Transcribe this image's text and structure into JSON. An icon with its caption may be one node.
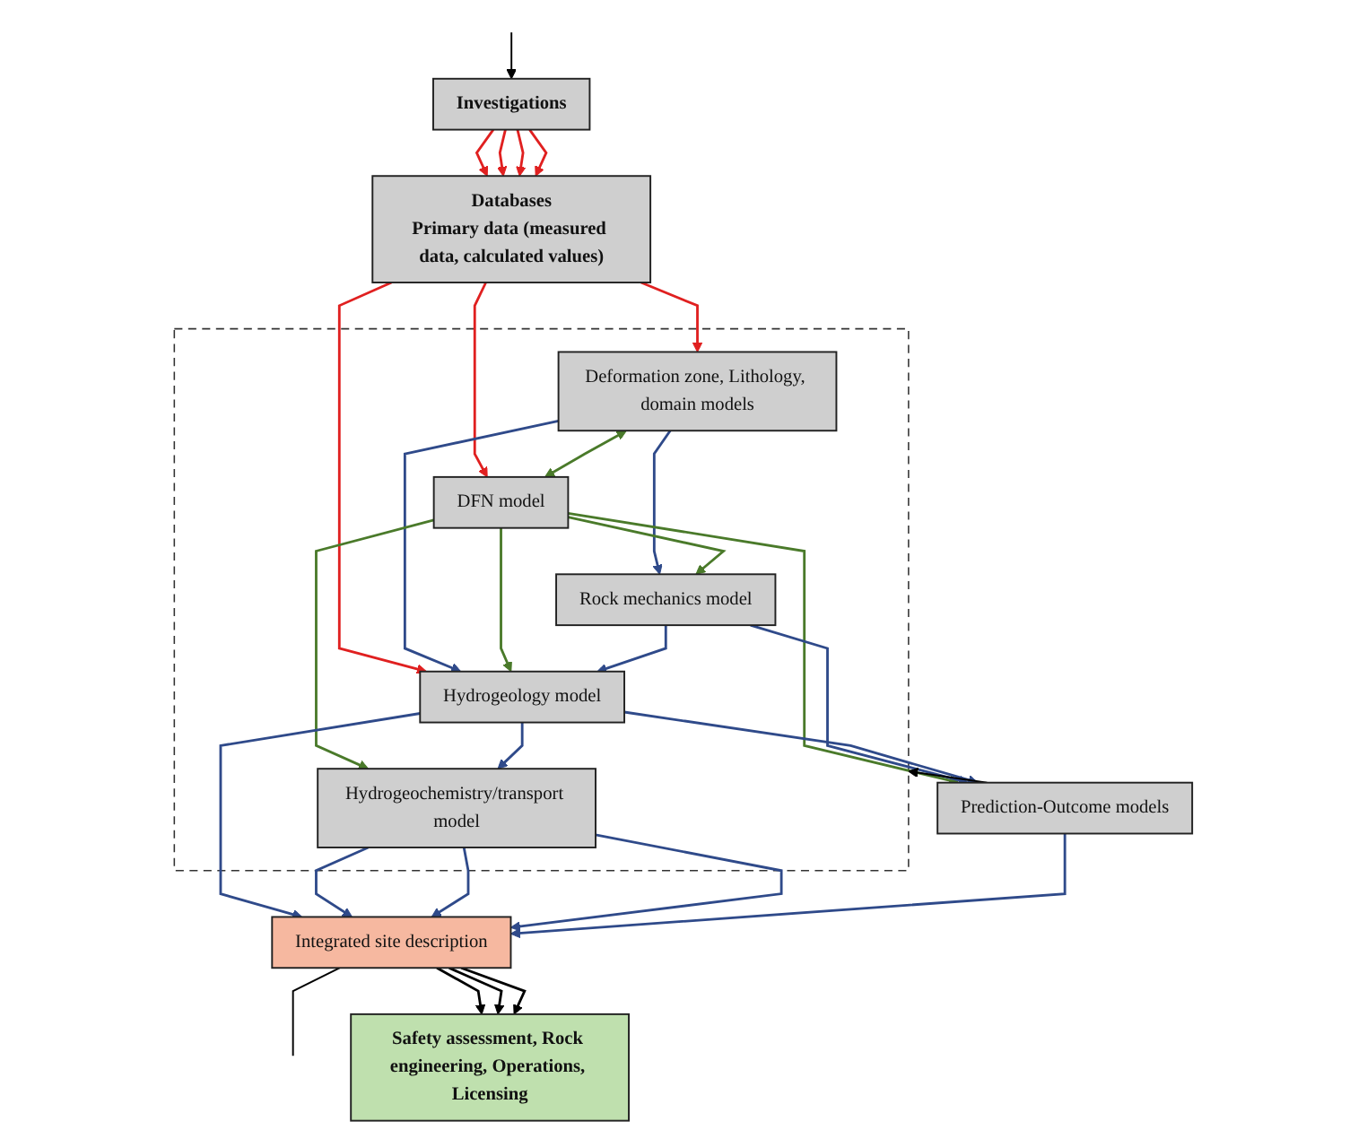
{
  "diagram": {
    "nodes": [
      {
        "text": [
          "Investigations"
        ]
      },
      {
        "text": [
          "Databases",
          "Primary data (measured data, calculated values)"
        ]
      },
      {
        "text": [],
        "shape": "box"
      },
      {
        "text": [
          "Deformation zone, Lithology, domain models"
        ],
        "in": 2
      },
      {
        "text": [
          "DFN model"
        ],
        "in": 2
      },
      {
        "text": [
          "Rock mechanics model"
        ],
        "in": 2
      },
      {
        "text": [
          "Hydrogeology model"
        ],
        "in": 2
      },
      {
        "text": [
          "Hydrogeochemistry/transport model"
        ],
        "in": 2
      },
      {
        "text": [
          "Prediction-Outcome models"
        ]
      },
      {
        "text": [
          "Integrated site description"
        ]
      },
      {
        "text": [
          "Safety assessment, Rock engineering, Operations, Licensing"
        ]
      }
    ],
    "edges": [
      {
        "from": null,
        "to": 0,
        "arrow": "to",
        "color": "#000000"
      },
      {
        "from": 0,
        "to": 1,
        "arrow": "to",
        "color": "#e02020"
      },
      {
        "from": 0,
        "to": 1,
        "arrow": "to",
        "color": "#e02020"
      },
      {
        "from": 0,
        "to": 1,
        "arrow": "to",
        "color": "#e02020"
      },
      {
        "from": 0,
        "to": 1,
        "arrow": "to",
        "color": "#e02020"
      },
      {
        "from": 1,
        "to": 3,
        "arrow": "to",
        "color": "#e02020"
      },
      {
        "from": 1,
        "to": 6,
        "arrow": "to",
        "color": "#e02020"
      },
      {
        "from": 1,
        "to": 4,
        "arrow": "to",
        "color": "#e02020"
      },
      {
        "from": 3,
        "to": 4,
        "arrow": "both",
        "color": "#4a7a2a"
      },
      {
        "from": 3,
        "to": 5,
        "arrow": "to"
      },
      {
        "from": 3,
        "to": 6,
        "arrow": "to"
      },
      {
        "from": 4,
        "to": 5,
        "arrow": "to",
        "color": "#4a7a2a"
      },
      {
        "from": 4,
        "to": 8,
        "arrow": "to",
        "color": "#4a7a2a"
      },
      {
        "from": 4,
        "to": 6,
        "arrow": "to",
        "color": "#4a7a2a"
      },
      {
        "from": 4,
        "to": 7,
        "arrow": "to",
        "color": "#4a7a2a"
      },
      {
        "from": 5,
        "to": 6,
        "arrow": "to"
      },
      {
        "from": 6,
        "to": 7,
        "arrow": "to"
      },
      {
        "from": 5,
        "to": 8,
        "arrow": "to"
      },
      {
        "from": 6,
        "to": 8,
        "arrow": "to"
      },
      {
        "from": 6,
        "to": 9,
        "arrow": "to"
      },
      {
        "from": 7,
        "to": 9,
        "arrow": "to"
      },
      {
        "from": 7,
        "to": 9,
        "arrow": "to"
      },
      {
        "from": 7,
        "to": 9,
        "arrow": "to"
      },
      {
        "from": 8,
        "to": 2,
        "arrow": "to",
        "color": "#000000"
      },
      {
        "from": 8,
        "to": 9,
        "arrow": "to"
      },
      {
        "from": 9,
        "to": null,
        "arrow": "none",
        "color": "#000000"
      },
      {
        "from": 9,
        "to": 10,
        "arrow": "to",
        "color": "#000000"
      },
      {
        "from": 9,
        "to": 10,
        "arrow": "to",
        "color": "#000000"
      },
      {
        "from": 9,
        "to": 10,
        "arrow": "to",
        "color": "#000000"
      }
    ]
  }
}
